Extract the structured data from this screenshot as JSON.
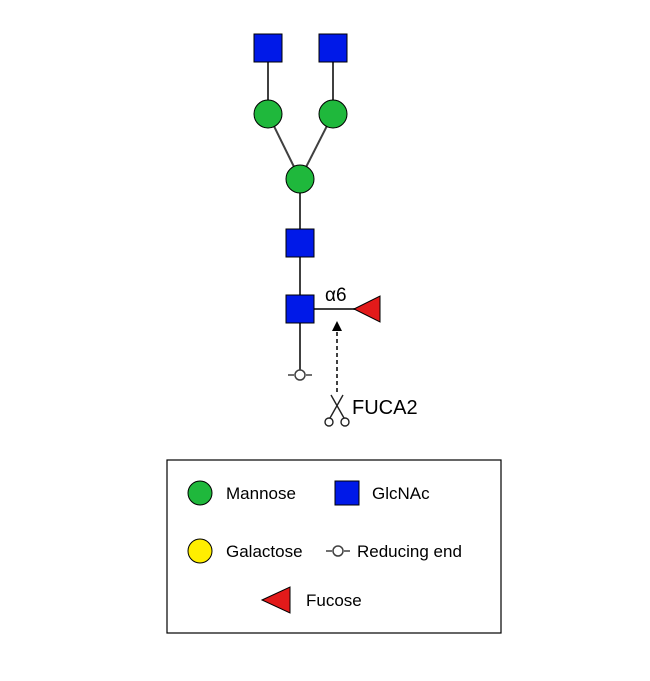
{
  "link_label": "α6",
  "enzyme_label": "FUCA2",
  "colors": {
    "mannose": "#1fb83c",
    "glcnac": "#0019e8",
    "galactose": "#ffee00",
    "fucose": "#e21a1a",
    "line": "#404040"
  },
  "legend": {
    "mannose": "Mannose",
    "glcnac": "GlcNAc",
    "galactose": "Galactose",
    "reducing_end": "Reducing end",
    "fucose": "Fucose"
  }
}
